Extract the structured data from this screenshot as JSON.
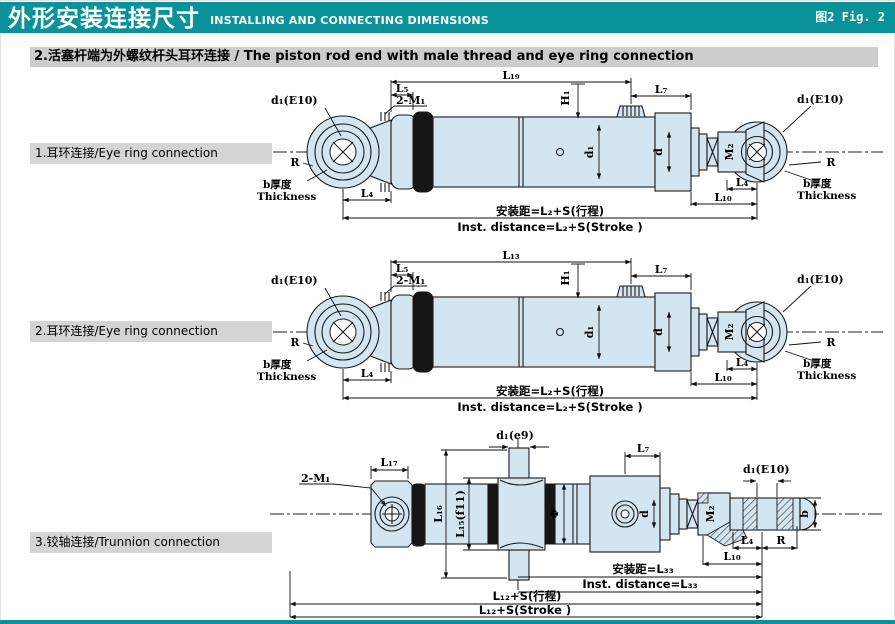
{
  "header": {
    "title_cn": "外形安装连接尺寸",
    "title_en": "INSTALLING AND CONNECTING DIMENSIONS",
    "figure_ref": "图2  Fig. 2"
  },
  "subtitle": "2.活塞杆端为外螺纹杆头耳环连接 / The piston rod end with male thread and eye ring connection",
  "colors": {
    "teal": "#0a929b",
    "section_bar_gray": "#d4d4d4",
    "barrel_blue": "#d3e5f1",
    "seal_black": "#161616"
  },
  "sections": {
    "s1": {
      "label": "1.耳环连接/Eye ring connection"
    },
    "s2": {
      "label": "2.耳环连接/Eye ring connection"
    },
    "s3": {
      "label": "3.铰轴连接/Trunnion connection"
    }
  },
  "diagram1": {
    "top": "L₁₉",
    "l5": "L₅",
    "m1": "2-M₁",
    "h1": "H₁",
    "l7": "L₇",
    "eye": "d₁(E10)",
    "r": "R",
    "bcn": "b厚度",
    "ben": "Thickness",
    "l4": "L₄",
    "l10": "L₁₀",
    "bore": "d₁",
    "d": "d",
    "m2": "M₂",
    "icn": "安装距=L₂+S(行程)",
    "ien": "Inst. distance=L₂+S(Stroke )"
  },
  "diagram2": {
    "top": "L₁₃",
    "l5": "L₅",
    "m1": "2-M₁",
    "h1": "H₁",
    "l7": "L₇",
    "eye": "d₁(E10)",
    "r": "R",
    "bcn": "b厚度",
    "ben": "Thickness",
    "l4": "L₄",
    "l10": "L₁₀",
    "bore": "d₁",
    "d": "d",
    "m2": "M₂",
    "icn": "安装距=L₂+S(行程)",
    "ien": "Inst. distance=L₂+S(Stroke )"
  },
  "diagram3": {
    "m1": "2-M₁",
    "l17": "L₁₇",
    "pin": "d₁(e9)",
    "l16": "L₁₆",
    "l15": "L₁₅(f11)",
    "phi": "Φ",
    "l7": "L₇",
    "d": "d",
    "m2": "M₂",
    "eye": "d₁(E10)",
    "b": "b",
    "l4": "L₄",
    "r": "R",
    "l10": "L₁₀",
    "icn": "安装距=L₃₃",
    "ien": "Inst. distance=L₃₃",
    "scn": "L₁₂+S(行程)",
    "sen": "L₁₂+S(Stroke )"
  }
}
